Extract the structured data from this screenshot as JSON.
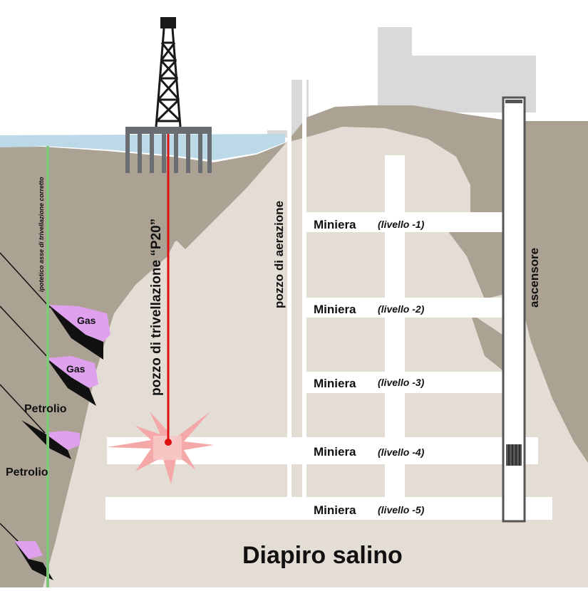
{
  "title": "Diapiro salino",
  "labels": {
    "borehole": "pozzo di trivellazione “P20”",
    "ventilation": "pozzo di aerazione",
    "elevator": "ascensore",
    "corrected_axis": "ipotetico asse di trivellazione corretto"
  },
  "mine_levels": [
    {
      "name": "Miniera",
      "level": "(livello -1)"
    },
    {
      "name": "Miniera",
      "level": "(livello -2)"
    },
    {
      "name": "Miniera",
      "level": "(livello -3)"
    },
    {
      "name": "Miniera",
      "level": "(livello -4)"
    },
    {
      "name": "Miniera",
      "level": "(livello -5)"
    }
  ],
  "traps": [
    {
      "label": "Gas"
    },
    {
      "label": "Gas"
    },
    {
      "label": "Petrolio"
    },
    {
      "label": "Petrolio"
    }
  ],
  "colors": {
    "country_rock": "#aba293",
    "salt_dome": "#e3ddd5",
    "water": "#bcd9e8",
    "gas": "#dfa1ee",
    "borehole": "#e01010",
    "corrected_axis": "#7ec87a",
    "explosion": "#f4a8a8",
    "building": "#d9d9d9",
    "derrick": "#1a1a1a",
    "platform": "#6a6e72"
  },
  "icons": {
    "derrick": "drilling-derrick-icon",
    "platform": "offshore-platform-icon",
    "explosion": "breach-burst-icon",
    "elevator_car": "elevator-car-icon"
  }
}
